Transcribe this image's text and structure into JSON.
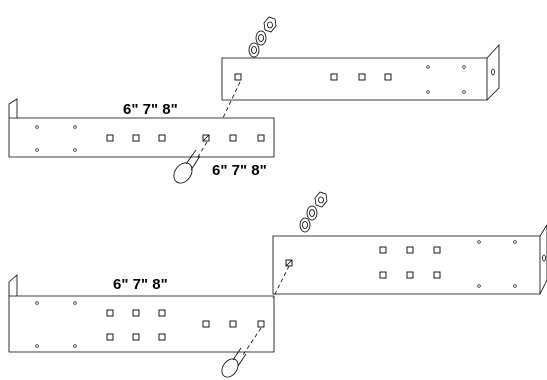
{
  "labels": {
    "size_upper_top": "6\" 7\" 8\"",
    "size_upper_bottom": "6\" 7\" 8\"",
    "size_lower": "6\" 7\" 8\""
  }
}
